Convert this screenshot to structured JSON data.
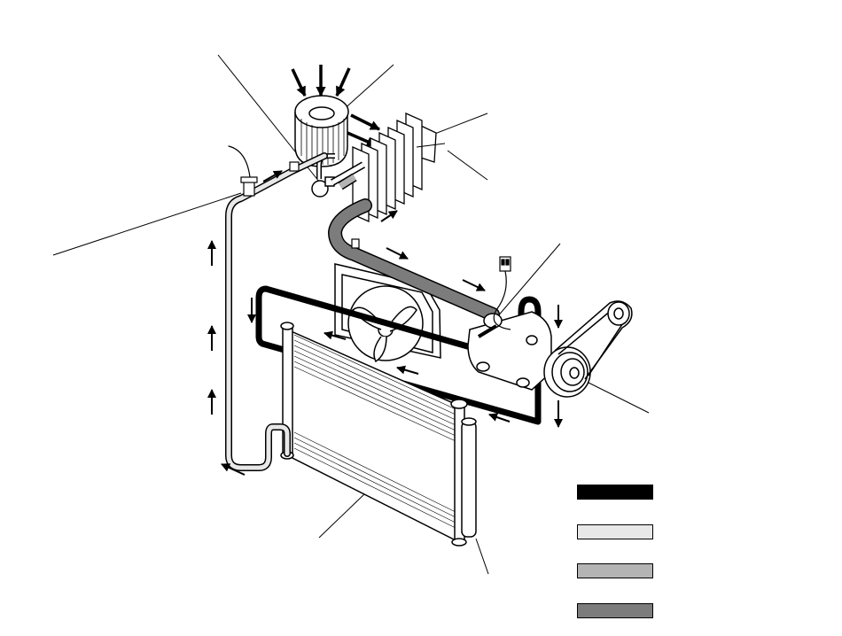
{
  "diagram": {
    "components": [
      {
        "name": "blower-fan"
      },
      {
        "name": "evaporator"
      },
      {
        "name": "expansion-valve"
      },
      {
        "name": "compressor"
      },
      {
        "name": "magnetic-clutch"
      },
      {
        "name": "condenser"
      },
      {
        "name": "receiver-dryer"
      },
      {
        "name": "radiator-fan"
      },
      {
        "name": "pressure-switch"
      },
      {
        "name": "drive-belt"
      }
    ]
  },
  "legend": {
    "swatch_colors": [
      "#000000",
      "#e8e8e8",
      "#b4b4b4",
      "#7c7c7c"
    ]
  },
  "colors": {
    "line": "#000000",
    "high_pressure_gas": "#000000",
    "high_pressure_liquid": "#e8e8e8",
    "low_pressure_liquid": "#b4b4b4",
    "low_pressure_gas": "#7c7c7c"
  }
}
